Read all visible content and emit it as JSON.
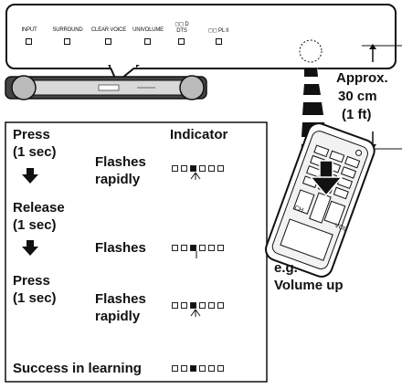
{
  "front_panel": {
    "indicators": [
      {
        "label": "INPUT"
      },
      {
        "label": "SURROUND"
      },
      {
        "label": "CLEAR VOICE"
      },
      {
        "label": "UNIVOLUME"
      },
      {
        "label": "DTS",
        "prefix": "◻◻ D"
      },
      {
        "label": "◻◻ PL II"
      }
    ]
  },
  "distance": {
    "line1": "Approx.",
    "line2": "30 cm",
    "line3": "(1 ft)"
  },
  "steps": {
    "header_indicator": "Indicator",
    "step1_action_a": "Press",
    "step1_action_b": "(1 sec)",
    "step1_state_a": "Flashes",
    "step1_state_b": "rapidly",
    "step2_action_a": "Release",
    "step2_action_b": "(1 sec)",
    "step2_state": "Flashes",
    "step3_action_a": "Press",
    "step3_action_b": "(1 sec)",
    "step3_state_a": "Flashes",
    "step3_state_b": "rapidly",
    "success": "Success in learning"
  },
  "remote": {
    "caption_a": "e.g.",
    "caption_b": "Volume up",
    "btn_ch": "CH",
    "btn_vol": "VOL"
  }
}
